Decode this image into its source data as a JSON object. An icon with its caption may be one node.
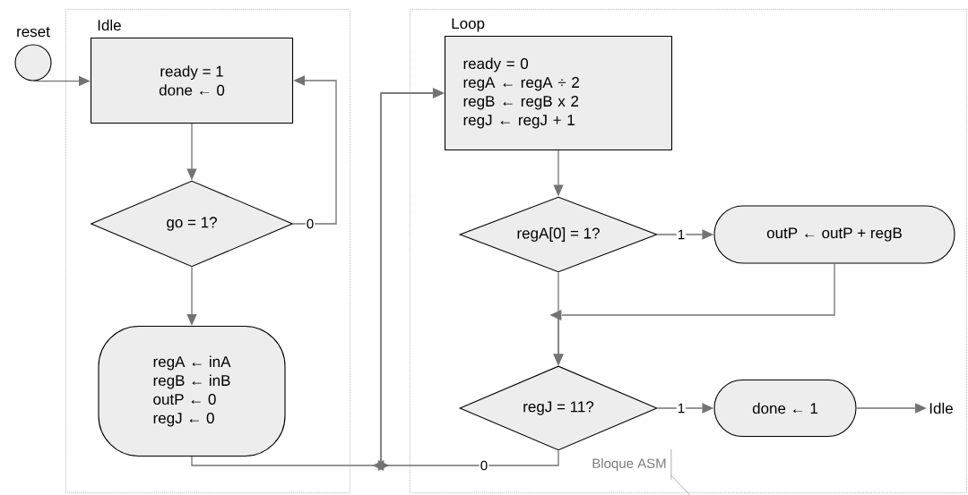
{
  "diagram": {
    "nodes": [
      {
        "text": [
          "Idle"
        ]
      },
      {
        "text": [
          "Loop"
        ]
      },
      {
        "text": [
          "reset"
        ]
      },
      {
        "text": [
          "ready = 1",
          "done ← 0"
        ],
        "in": 0
      },
      {
        "text": [
          "go = 1?"
        ],
        "in": 0
      },
      {
        "text": [
          "regA ← inA",
          "regB ← inB",
          "outP ← 0",
          "regJ  ← 0"
        ],
        "in": 0
      },
      {
        "text": [
          "ready = 0",
          "regA  ← regA ÷ 2",
          "regB  ← regB x 2",
          "regJ  ← regJ + 1"
        ],
        "in": 1
      },
      {
        "text": [
          "regA[0] = 1?"
        ],
        "in": 1
      },
      {
        "text": [
          "outP ← outP + regB"
        ],
        "in": 1
      },
      {
        "text": [
          "regJ = 11?"
        ],
        "in": 1
      },
      {
        "text": [
          "done ← 1"
        ],
        "in": 1
      },
      {
        "text": [
          "Idle"
        ],
        "in": 1
      },
      {
        "text": [
          "Bloque ASM"
        ],
        "in": 1
      }
    ],
    "edges": [
      {
        "from": 2,
        "to": 3,
        "arrow": "to"
      },
      {
        "from": 3,
        "to": 4,
        "arrow": "to"
      },
      {
        "from": 4,
        "to": 3,
        "arrow": "to",
        "label": "0"
      },
      {
        "from": 4,
        "to": 5,
        "arrow": "to"
      },
      {
        "from": 5,
        "to": 6,
        "arrow": "to"
      },
      {
        "from": 9,
        "to": 6,
        "arrow": "to",
        "label": "0"
      },
      {
        "from": 6,
        "to": 7,
        "arrow": "to"
      },
      {
        "from": 7,
        "to": 8,
        "arrow": "to",
        "label": "1"
      },
      {
        "from": 7,
        "to": 9,
        "arrow": "to"
      },
      {
        "from": 8,
        "to": 9,
        "arrow": "to"
      },
      {
        "from": 9,
        "to": 10,
        "arrow": "to",
        "label": "1"
      },
      {
        "from": 10,
        "to": 11,
        "arrow": "to"
      },
      {
        "from": 12,
        "to": null,
        "arrow": "none"
      }
    ]
  }
}
